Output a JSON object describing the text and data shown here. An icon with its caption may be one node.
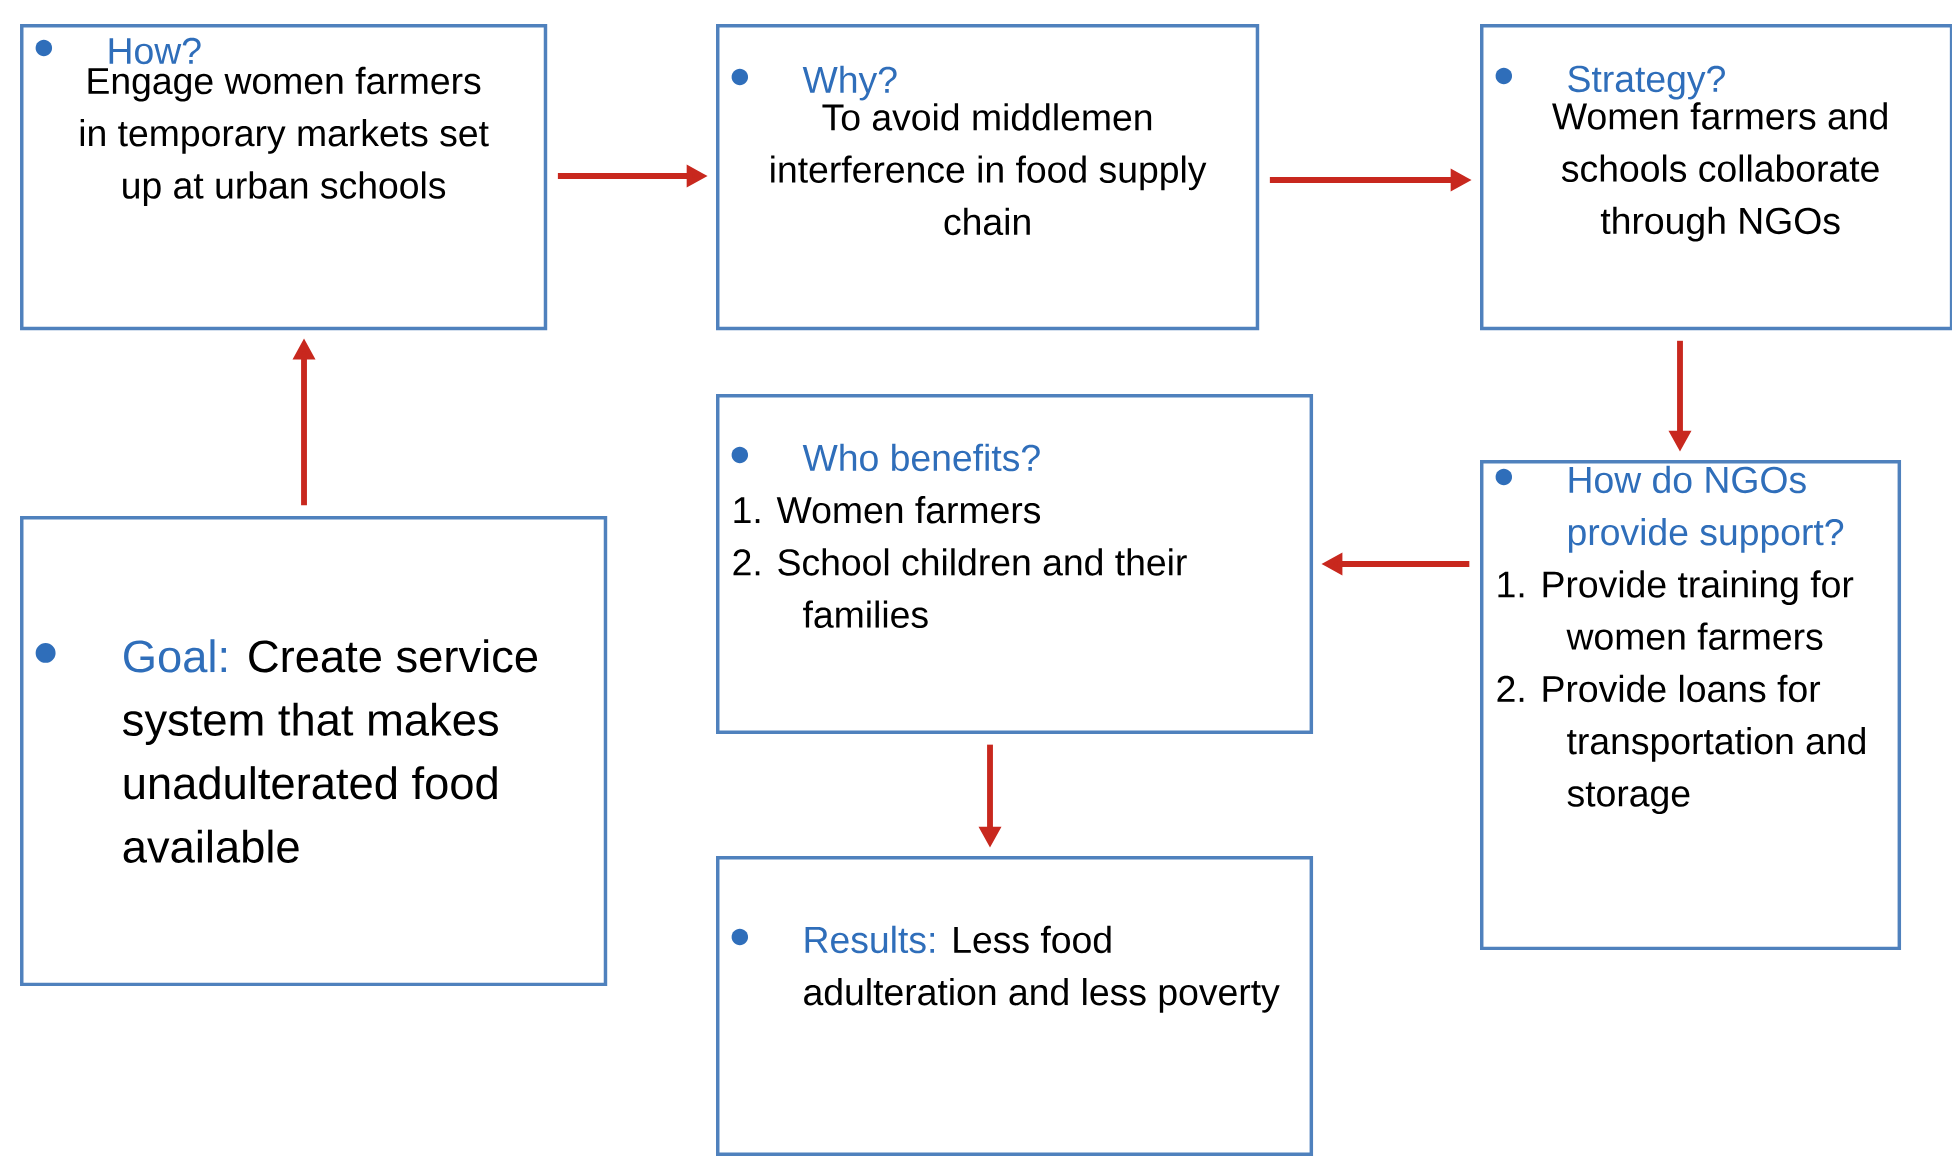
{
  "diagram": {
    "nodes": [
      {
        "text": [
          "Goal:",
          "Create service system that makes unadulterated food available"
        ]
      },
      {
        "text": [
          "How?",
          "Engage women farmers in temporary markets set up at urban schools"
        ]
      },
      {
        "text": [
          "Why?",
          "To avoid middlemen interference in food supply chain"
        ]
      },
      {
        "text": [
          "Strategy?",
          "Women farmers and schools collaborate through NGOs"
        ]
      },
      {
        "text": [
          "How do NGOs provide support?",
          "1. Provide training for women farmers",
          "2. Provide loans for transportation and storage"
        ]
      },
      {
        "text": [
          "Who benefits?",
          "1. Women farmers",
          "2. School children and their families"
        ]
      },
      {
        "text": [
          "Results:",
          "Less food adulteration and less poverty"
        ]
      }
    ],
    "edges": [
      {
        "from": 0,
        "to": 1,
        "arrow": "to"
      },
      {
        "from": 1,
        "to": 2,
        "arrow": "to"
      },
      {
        "from": 2,
        "to": 3,
        "arrow": "to"
      },
      {
        "from": 3,
        "to": 4,
        "arrow": "to"
      },
      {
        "from": 4,
        "to": 5,
        "arrow": "to"
      },
      {
        "from": 5,
        "to": 6,
        "arrow": "to"
      }
    ]
  }
}
